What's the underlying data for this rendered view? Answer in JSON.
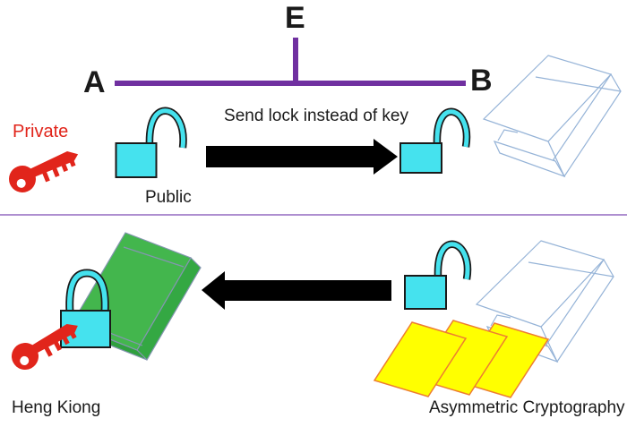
{
  "diagram": {
    "top": {
      "party_a": "A",
      "eavesdropper_e": "E",
      "party_b": "B",
      "private_label": "Private",
      "public_label": "Public",
      "arrow_caption": "Send lock instead of key"
    },
    "bottom": {
      "recipient_label": "Heng Kiong",
      "title": "Asymmetric Cryptography"
    }
  },
  "icons": {
    "private-key-icon": "red key",
    "public-padlock-open-icon": "cyan open padlock",
    "received-padlock-open-icon": "cyan open padlock",
    "sender-padlock-open-icon": "cyan open padlock",
    "locked-padlock-icon": "cyan closed padlock",
    "unlock-key-icon": "red key",
    "package-icon": "green parcel",
    "envelope-icon": "wireframe open mailer",
    "papers-icon": "yellow documents",
    "arrow-right-icon": "black right arrow",
    "arrow-left-icon": "black left arrow"
  },
  "colors": {
    "purple_line": "#7030A0",
    "divider": "#AE8FD0",
    "lock_fill": "#45E2EE",
    "lock_outline": "#1A1A1A",
    "key_red": "#E1251B",
    "box_green": "#43B64D",
    "box_green_side": "#34A843",
    "box_green_bottom": "#2FA03E",
    "box_outline": "#8496B0",
    "paper_yellow": "#FFFF00",
    "paper_outline": "#ED7D31",
    "envelope_outline": "#95B3D7",
    "arrow_black": "#000000"
  }
}
